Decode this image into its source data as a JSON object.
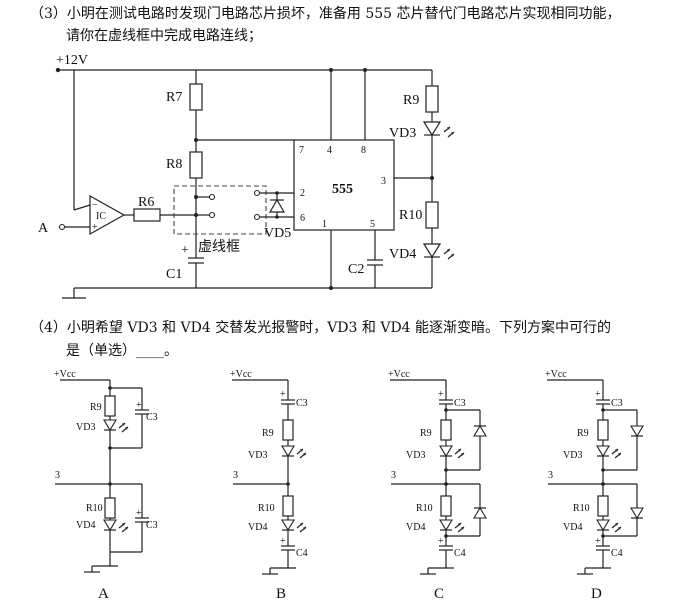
{
  "question3": {
    "line1": "（3）小明在测试电路时发现门电路芯片损坏，准备用 555 芯片替代门电路芯片实现相同功能，",
    "line2": "请你在虚线框中完成电路连线；"
  },
  "question4": {
    "line1": "（4）小明希望 VD3 和 VD4 交替发光报警时，VD3 和 VD4 能逐渐变暗。下列方案中可行的",
    "line2": "是（单选）____。"
  },
  "main_circuit": {
    "supply": "+12V",
    "r7": "R7",
    "r8": "R8",
    "r6": "R6",
    "r9": "R9",
    "r10": "R10",
    "vd3": "VD3",
    "vd4": "VD4",
    "vd5": "VD5",
    "c1": "C1",
    "c2": "C2",
    "c1_plus": "+",
    "ic": "IC",
    "input": "A",
    "chip": "555",
    "pin7": "7",
    "pin4": "4",
    "pin8": "8",
    "pin2": "2",
    "pin6": "6",
    "pin3": "3",
    "pin1": "1",
    "pin5": "5",
    "dashed_box_label": "虚线框"
  },
  "options": [
    {
      "letter": "A",
      "vcc": "+Vcc",
      "r_top": "R9",
      "d_top": "VD3",
      "c_top": "C3",
      "node": "3",
      "r_bot": "R10",
      "d_bot": "VD4",
      "c_bot": "C3"
    },
    {
      "letter": "B",
      "vcc": "+Vcc",
      "c_top": "C3",
      "r_top": "R9",
      "d_top": "VD3",
      "node": "3",
      "r_bot": "R10",
      "d_bot": "VD4",
      "c_bot": "C4"
    },
    {
      "letter": "C",
      "vcc": "+Vcc",
      "c_top": "C3",
      "r_top": "R9",
      "d_top": "VD3",
      "node": "3",
      "r_bot": "R10",
      "d_bot": "VD4",
      "c_bot": "C4"
    },
    {
      "letter": "D",
      "vcc": "+Vcc",
      "c_top": "C3",
      "r_top": "R9",
      "d_top": "VD3",
      "node": "3",
      "r_bot": "R10",
      "d_bot": "VD4",
      "c_bot": "C4"
    }
  ]
}
